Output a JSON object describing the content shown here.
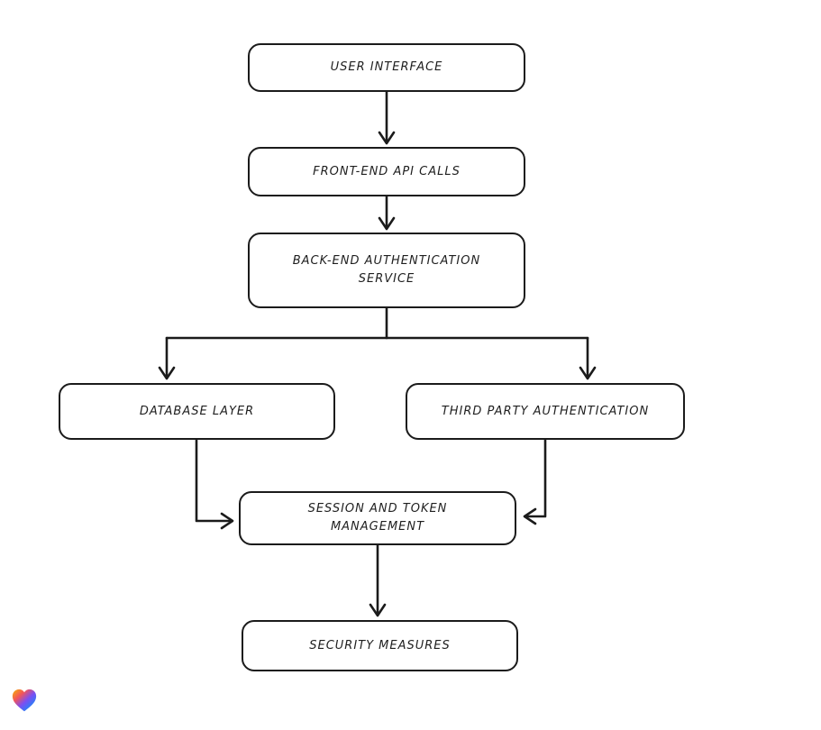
{
  "diagram": {
    "title": "",
    "nodes": [
      {
        "id": "user-interface",
        "lines": [
          "USER INTERFACE"
        ]
      },
      {
        "id": "frontend-api-calls",
        "lines": [
          "FRONT-END API CALLS"
        ]
      },
      {
        "id": "backend-auth-service",
        "lines": [
          "BACK-END AUTHENTICATION",
          "SERVICE"
        ]
      },
      {
        "id": "database-layer",
        "lines": [
          "DATABASE LAYER"
        ]
      },
      {
        "id": "third-party-auth",
        "lines": [
          "THIRD PARTY AUTHENTICATION"
        ]
      },
      {
        "id": "session-token-mgmt",
        "lines": [
          "SESSION AND TOKEN",
          "MANAGEMENT"
        ]
      },
      {
        "id": "security-measures",
        "lines": [
          "SECURITY MEASURES"
        ]
      }
    ],
    "edges": [
      {
        "from": "user-interface",
        "to": "frontend-api-calls"
      },
      {
        "from": "frontend-api-calls",
        "to": "backend-auth-service"
      },
      {
        "from": "backend-auth-service",
        "to": "database-layer"
      },
      {
        "from": "backend-auth-service",
        "to": "third-party-auth"
      },
      {
        "from": "database-layer",
        "to": "session-token-mgmt"
      },
      {
        "from": "third-party-auth",
        "to": "session-token-mgmt"
      },
      {
        "from": "session-token-mgmt",
        "to": "security-measures"
      }
    ],
    "colors": {
      "stroke": "#1b1b1b",
      "node_fill": "#ffffff",
      "background": "#ffffff",
      "text": "#1f1f1f"
    }
  },
  "watermark": {
    "icon": "heart-logo",
    "colors": [
      "#f7b500",
      "#f2545b",
      "#7a4ff3",
      "#2e7df6",
      "#35c759"
    ]
  }
}
